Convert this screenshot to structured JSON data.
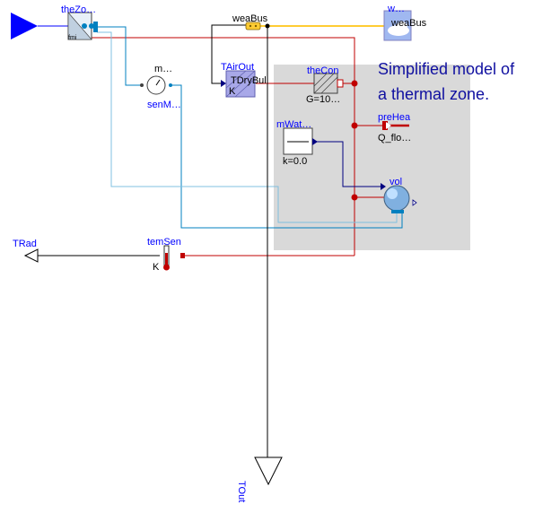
{
  "diagram": {
    "blocks": {
      "thermal_zone": {
        "name": "theZo…",
        "sublabel": "fmi"
      },
      "weather_bus": {
        "name": "weaBus"
      },
      "weather_data": {
        "name": "w…",
        "inner_label": "weaBus"
      },
      "air_temp_sensor": {
        "name": "TAirOut",
        "inner_label": "TDryBul",
        "unit_label": "K"
      },
      "mass_flow_sensor": {
        "name": "senM…",
        "inner_label": "m…"
      },
      "thermal_conductor": {
        "name": "theCon",
        "param": "G=10…"
      },
      "prescribed_heat": {
        "name": "preHea",
        "param": "Q_flo…"
      },
      "water_flow": {
        "name": "mWat…",
        "param": "k=0.0"
      },
      "volume": {
        "name": "vol"
      },
      "temp_sensor": {
        "name": "temSen",
        "unit_label": "K"
      }
    },
    "outputs": {
      "trad": "TRad",
      "tout": "TOut"
    },
    "annotation": {
      "line1": "Simplified model of",
      "line2": "a thermal zone."
    },
    "colors": {
      "heat_port": "#c00000",
      "fluid": "#0080c0",
      "signal": "#000080",
      "bus": "#ffcc33",
      "zone_background": "#d9d9d9",
      "label": "#0000ff"
    }
  }
}
